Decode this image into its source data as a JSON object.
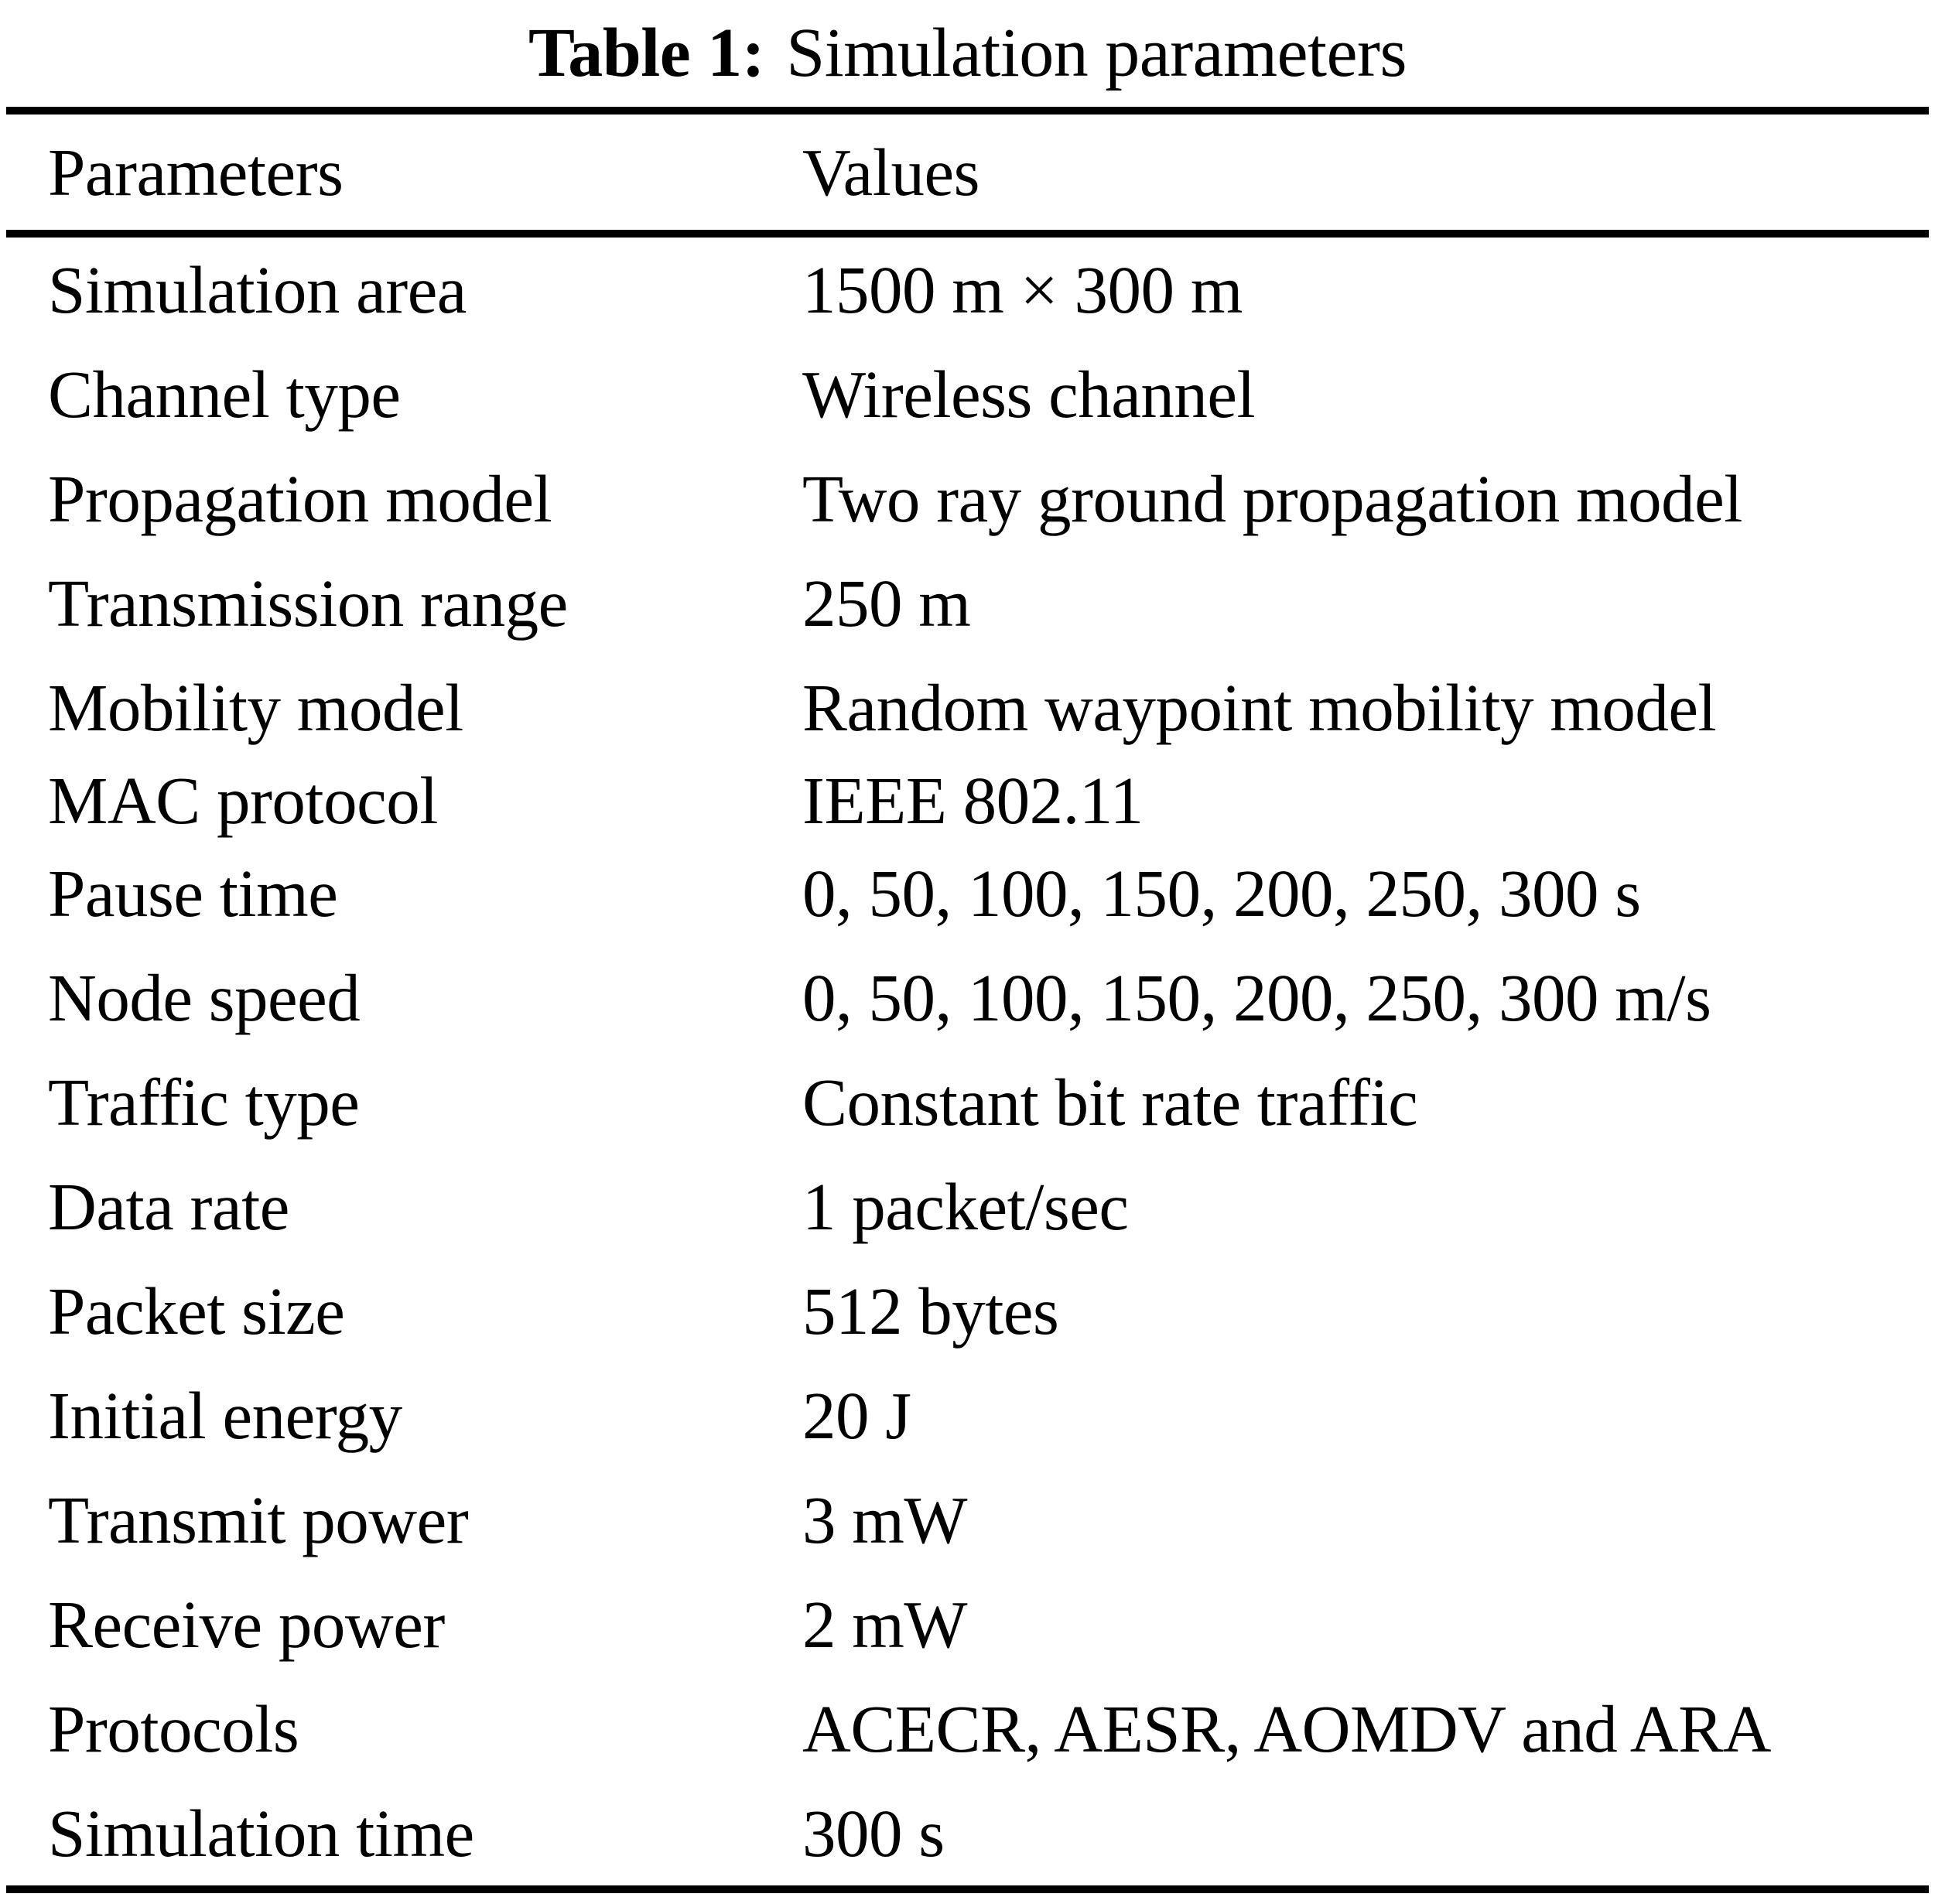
{
  "caption": {
    "label": "Table 1:",
    "text": "Simulation parameters"
  },
  "table": {
    "headers": {
      "parameter": "Parameters",
      "value": "Values"
    },
    "rows": [
      {
        "parameter": "Simulation area",
        "value": "1500 m × 300 m"
      },
      {
        "parameter": "Channel type",
        "value": "Wireless channel"
      },
      {
        "parameter": "Propagation model",
        "value": "Two ray ground propagation model"
      },
      {
        "parameter": "Transmission range",
        "value": "250 m"
      },
      {
        "parameter": "Mobility model",
        "value": "Random waypoint mobility model"
      },
      {
        "parameter": "MAC protocol",
        "value": "IEEE 802.11"
      },
      {
        "parameter": "Pause time",
        "value": "0, 50, 100, 150, 200, 250, 300 s"
      },
      {
        "parameter": "Node speed",
        "value": "0, 50, 100, 150, 200, 250, 300 m/s"
      },
      {
        "parameter": "Traffic type",
        "value": "Constant bit rate traffic"
      },
      {
        "parameter": "Data rate",
        "value": "1 packet/sec"
      },
      {
        "parameter": "Packet size",
        "value": "512 bytes"
      },
      {
        "parameter": "Initial energy",
        "value": "20 J"
      },
      {
        "parameter": "Transmit power",
        "value": "3 mW"
      },
      {
        "parameter": "Receive power",
        "value": "2 mW"
      },
      {
        "parameter": "Protocols",
        "value": "ACECR, AESR, AOMDV and ARA"
      },
      {
        "parameter": "Simulation time",
        "value": "300 s"
      }
    ]
  },
  "colors": {
    "text": "#000000",
    "background": "#ffffff",
    "rule": "#000000"
  }
}
